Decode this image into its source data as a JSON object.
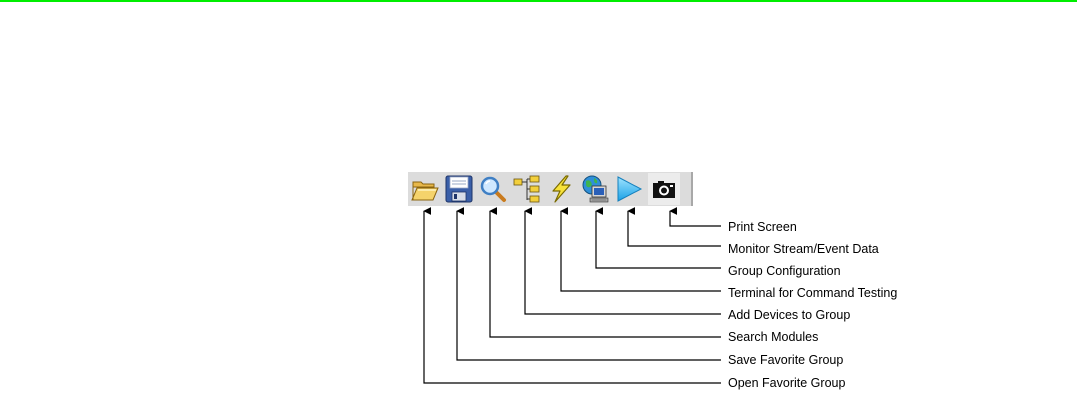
{
  "colors": {
    "top_rule": "#00ee00",
    "toolbar_bg": "#dcdcdc",
    "callout_line": "#000000"
  },
  "toolbar": {
    "buttons": [
      {
        "icon": "open-folder-icon"
      },
      {
        "icon": "save-disk-icon"
      },
      {
        "icon": "magnifier-icon"
      },
      {
        "icon": "device-tree-icon"
      },
      {
        "icon": "lightning-icon"
      },
      {
        "icon": "globe-computer-icon"
      },
      {
        "icon": "play-arrow-icon"
      },
      {
        "icon": "camera-icon"
      }
    ]
  },
  "callouts": {
    "open_favorite_group": "Open Favorite Group",
    "save_favorite_group": "Save Favorite Group",
    "search_modules": "Search Modules",
    "add_devices_to_group": "Add Devices to Group",
    "terminal_for_command_testing": "Terminal for Command Testing",
    "group_configuration": "Group Configuration",
    "monitor_stream_event_data": "Monitor Stream/Event Data",
    "print_screen": "Print Screen"
  }
}
